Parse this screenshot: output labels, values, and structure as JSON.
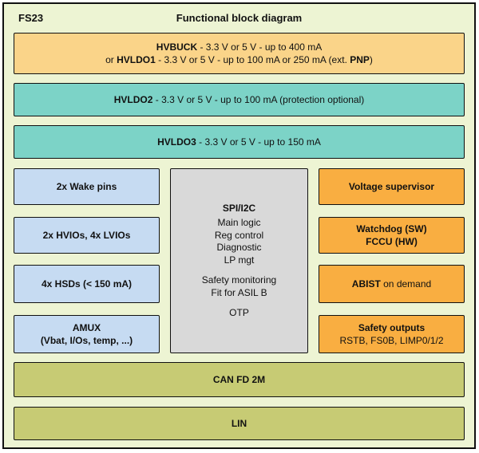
{
  "header": {
    "product": "FS23",
    "title": "Functional block diagram"
  },
  "regulators": {
    "hvbuck_l1_bold": "HVBUCK",
    "hvbuck_l1_rest": " - 3.3 V or 5 V - up to 400 mA",
    "hvbuck_l2_pre": "or ",
    "hvbuck_l2_bold": "HVLDO1",
    "hvbuck_l2_mid": " - 3.3 V or 5 V - up to 100 mA or 250 mA (ext. ",
    "hvbuck_l2_bold2": "PNP",
    "hvbuck_l2_end": ")",
    "hvldo2_bold": "HVLDO2",
    "hvldo2_rest": " - 3.3 V or 5 V - up to 100 mA (protection optional)",
    "hvldo3_bold": "HVLDO3",
    "hvldo3_rest": " - 3.3 V or 5 V - up to 150 mA"
  },
  "io": {
    "wake": "2x Wake pins",
    "hvios": "2x HVIOs, 4x LVIOs",
    "hsds": "4x HSDs (< 150 mA)",
    "amux_l1": "AMUX",
    "amux_l2": "(Vbat, I/Os, temp, ...)"
  },
  "core": {
    "title": "SPI/I2C",
    "group1": [
      "Main logic",
      "Reg control",
      "Diagnostic",
      "LP mgt"
    ],
    "group2": [
      "Safety monitoring",
      "Fit for ASIL B"
    ],
    "group3": [
      "OTP"
    ]
  },
  "safety": {
    "supervisor": "Voltage supervisor",
    "watchdog_l1": "Watchdog (SW)",
    "watchdog_l2": "FCCU (HW)",
    "abist_bold": "ABIST",
    "abist_rest": " on demand",
    "outputs_l1": "Safety outputs",
    "outputs_l2": "RSTB, FS0B, LIMP0/1/2"
  },
  "comm": {
    "can": "CAN FD 2M",
    "lin": "LIN"
  },
  "colors": {
    "canvas_bg": "#edf4d3",
    "regulator_buck": "#fad489",
    "regulator_ldo": "#7cd3c7",
    "io_block": "#c6dbf2",
    "core_block": "#d9d9d9",
    "safety_block": "#f9ae41",
    "comm_block": "#c7cb74",
    "border": "#111111"
  }
}
